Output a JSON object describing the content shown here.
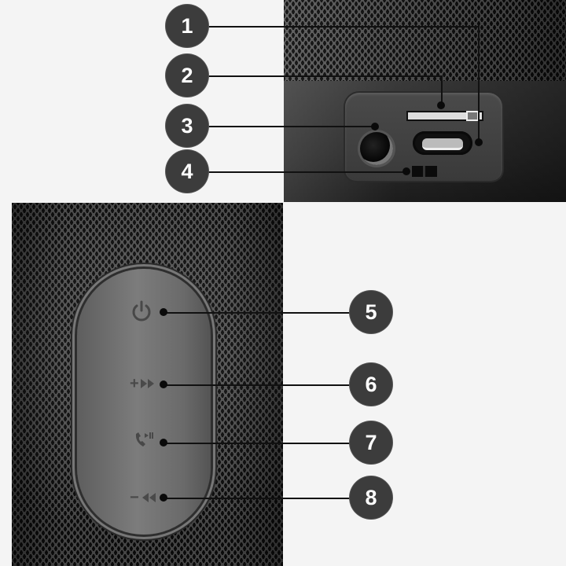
{
  "callouts_top": [
    {
      "number": "1",
      "target": "usb-c-port"
    },
    {
      "number": "2",
      "target": "sd-card-slot"
    },
    {
      "number": "3",
      "target": "aux-jack"
    },
    {
      "number": "4",
      "target": "led-indicator"
    }
  ],
  "callouts_bottom": [
    {
      "number": "5",
      "target": "power-button",
      "icon": "power-icon"
    },
    {
      "number": "6",
      "target": "volume-up-next-button",
      "icon": "plus-forward-icon"
    },
    {
      "number": "7",
      "target": "call-play-pause-button",
      "icon": "phone-play-pause-icon"
    },
    {
      "number": "8",
      "target": "volume-down-previous-button",
      "icon": "minus-rewind-icon"
    }
  ],
  "icons": {
    "plus": "+",
    "minus": "−"
  },
  "colors": {
    "background": "#f4f4f4",
    "badge": "#3c3c3c",
    "badge_text": "#ffffff",
    "leader_line": "#111111"
  }
}
